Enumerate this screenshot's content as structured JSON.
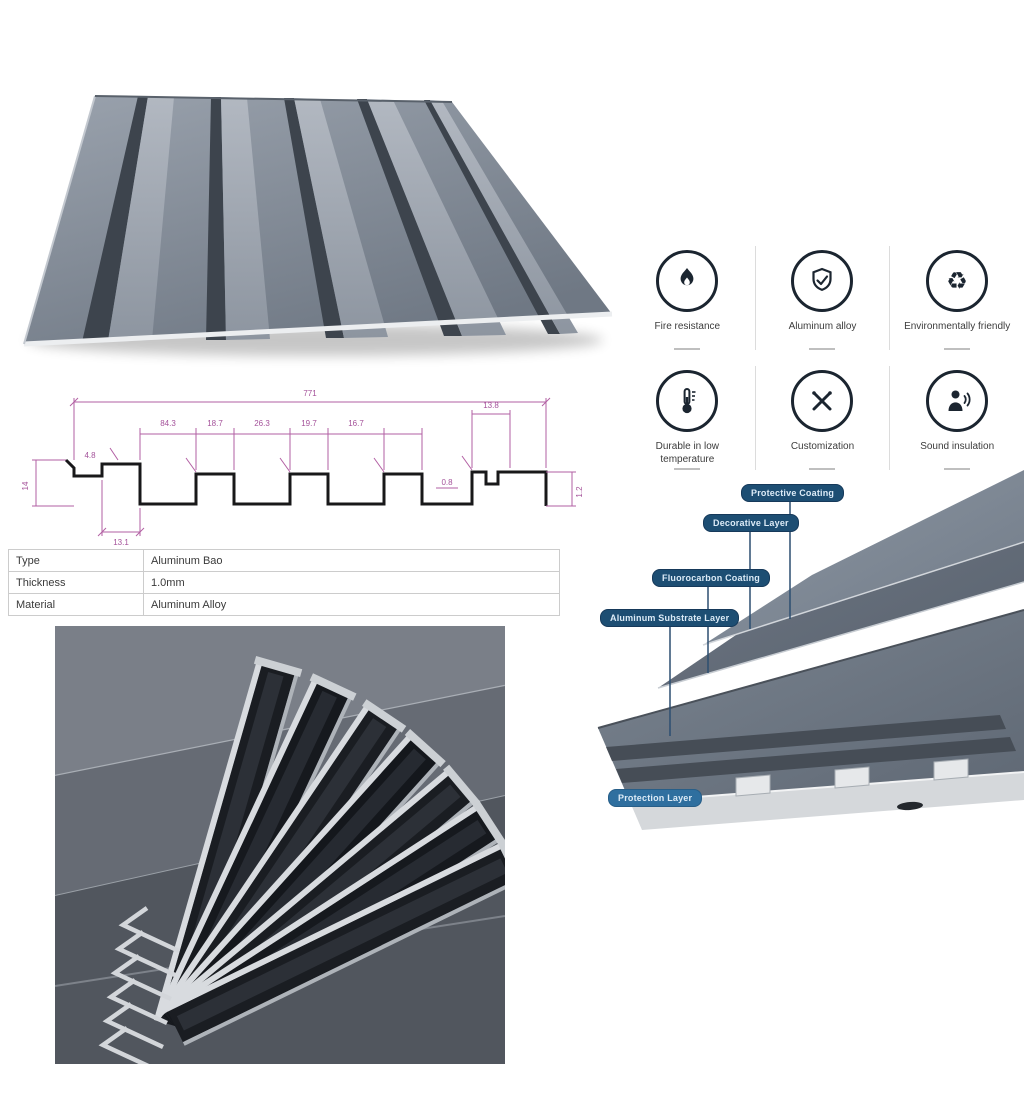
{
  "features": {
    "items": [
      {
        "name": "fire-resistance",
        "label": "Fire resistance"
      },
      {
        "name": "aluminum-alloy",
        "label": "Aluminum alloy"
      },
      {
        "name": "environmentally-friendly",
        "label": "Environmentally friendly"
      },
      {
        "name": "low-temperature",
        "label": "Durable in low temperature"
      },
      {
        "name": "customization",
        "label": "Customization"
      },
      {
        "name": "sound-insulation",
        "label": "Sound insulation"
      }
    ],
    "recycle_glyph": "♻"
  },
  "spec_table": {
    "rows": [
      {
        "label": "Type",
        "value": "Aluminum Bao"
      },
      {
        "label": "Thickness",
        "value": "1.0mm"
      },
      {
        "label": "Material",
        "value": "Aluminum Alloy"
      }
    ]
  },
  "drawing": {
    "dims": {
      "overall": "771",
      "seg1": "84.3",
      "seg2": "18.7",
      "seg3": "26.3",
      "seg4": "19.7",
      "seg5": "16.7",
      "notch_top": "13.8",
      "thickness": "0.8",
      "height_right": "1.2",
      "bottom_left": "13.1",
      "height_left": "14",
      "step": "4.8"
    }
  },
  "exploded": {
    "labels": [
      {
        "text": "Protective Coating"
      },
      {
        "text": "Decorative Layer"
      },
      {
        "text": "Fluorocarbon Coating"
      },
      {
        "text": "Aluminum Substrate Layer"
      },
      {
        "text": "Protection Layer"
      }
    ]
  },
  "colors": {
    "pill_blue": "#1d4e73",
    "pill_light_blue": "#2f6f9f",
    "dimension_magenta": "#b25fa3",
    "icon_dark": "#1b2530",
    "panel_gray": "#8b93a0"
  }
}
